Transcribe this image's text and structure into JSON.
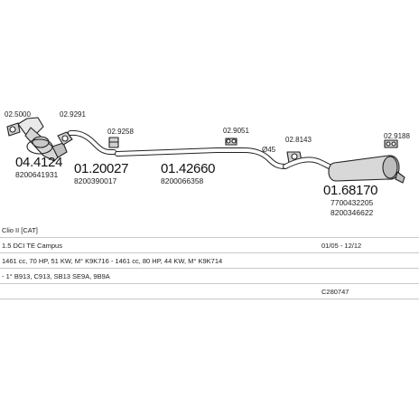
{
  "parts": {
    "p1": {
      "number": "04.4124",
      "oe": "8200641931",
      "clamp_ref": "02.5000"
    },
    "p2": {
      "number": "01.20027",
      "oe": "8200390017",
      "clamp_ref": "02.9291"
    },
    "p3": {
      "number": "01.42660",
      "oe": "8200066358",
      "clamp_ref": "02.9258"
    },
    "p4": {
      "number": "01.68170",
      "oe1": "7700432205",
      "oe2": "8200346622",
      "hanger_ref": "02.9051",
      "gasket_ref": "02.8143",
      "bracket_ref": "02.9188",
      "pipe_dia": "Ø45"
    }
  },
  "vehicle": {
    "model": "Clio II [CAT]",
    "engine": "1.5 DCI TE Campus",
    "years": "01/05 - 12/12",
    "power": "1461 cc, 70 HP, 51 KW, M° K9K716 - 1461 cc, 80 HP, 44 KW, M° K9K714",
    "types": "- 1° B913, C913, SB13  SE9A, 9B9A",
    "code": "C280747"
  }
}
